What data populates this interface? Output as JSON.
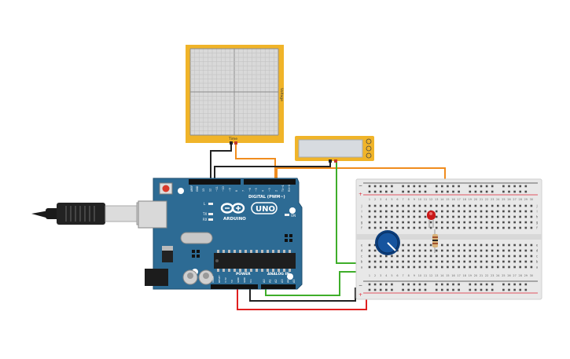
{
  "oscilloscope": {
    "time_label": "Time",
    "voltage_label": "Voltage"
  },
  "arduino": {
    "brand": "ARDUINO",
    "model": "UNO",
    "digital_label": "DIGITAL (PWM~)",
    "analog_label": "ANALOG IN",
    "power_label": "POWER",
    "on_label": "ON",
    "l_label": "L",
    "tx_label": "TX",
    "rx_label": "RX",
    "aref_label": "AREF",
    "gnd_label": "GND",
    "digital_pins": [
      "13",
      "12",
      "~11",
      "~10",
      "~9",
      "8",
      "7",
      "~6",
      "~5",
      "4",
      "~3",
      "2",
      "TX→1",
      "RX←0"
    ],
    "power_pins": [
      "IOREF",
      "RESET",
      "3.3V",
      "5V",
      "GND",
      "GND",
      "Vin"
    ],
    "analog_pins": [
      "A0",
      "A1",
      "A2",
      "A3",
      "A4",
      "A5"
    ]
  },
  "breadboard": {
    "column_numbers": [
      "1",
      "2",
      "3",
      "4",
      "5",
      "6",
      "7",
      "8",
      "9",
      "10",
      "11",
      "12",
      "13",
      "14",
      "15",
      "16",
      "17",
      "18",
      "19",
      "20",
      "21",
      "22",
      "23",
      "24",
      "25",
      "26",
      "27",
      "28",
      "29",
      "30"
    ],
    "row_letters_top": [
      "j",
      "i",
      "h",
      "g",
      "f"
    ],
    "row_letters_bottom": [
      "e",
      "d",
      "c",
      "b",
      "a"
    ],
    "rail_minus": "−",
    "rail_plus": "+"
  },
  "colors": {
    "board_blue": "#2d6b94",
    "scope_frame": "#f0b429",
    "wire_orange": "#f08c1e",
    "wire_green": "#3fae2a",
    "wire_red": "#e02020",
    "wire_black": "#222222"
  }
}
